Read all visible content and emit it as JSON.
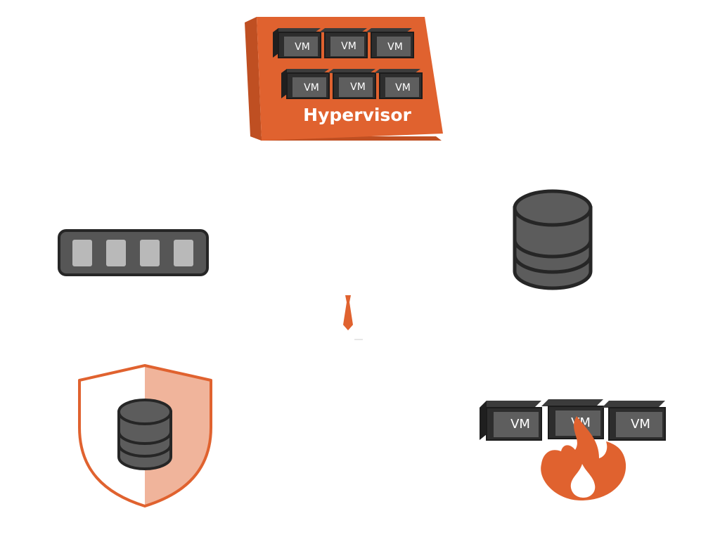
{
  "hypervisor": {
    "title": "Hypervisor",
    "vms": [
      "VM",
      "VM",
      "VM",
      "VM",
      "VM",
      "VM"
    ],
    "color": "#e0622f"
  },
  "network_switch": {
    "icon": "network-switch-icon",
    "ports": 4
  },
  "database": {
    "icon": "database-icon"
  },
  "tie": {
    "icon": "necktie-icon",
    "color": "#e0622f"
  },
  "secure_database": {
    "icon": "shield-database-icon"
  },
  "vm_fire": {
    "vms": [
      "VM",
      "VM",
      "VM"
    ],
    "icon": "fire-icon",
    "color": "#e0622f"
  },
  "colors": {
    "accent": "#e0622f",
    "dark": "#2b2b2b",
    "mid": "#5f5f5f",
    "light": "#b7b7b7",
    "shield_fill": "#f0b49b"
  }
}
